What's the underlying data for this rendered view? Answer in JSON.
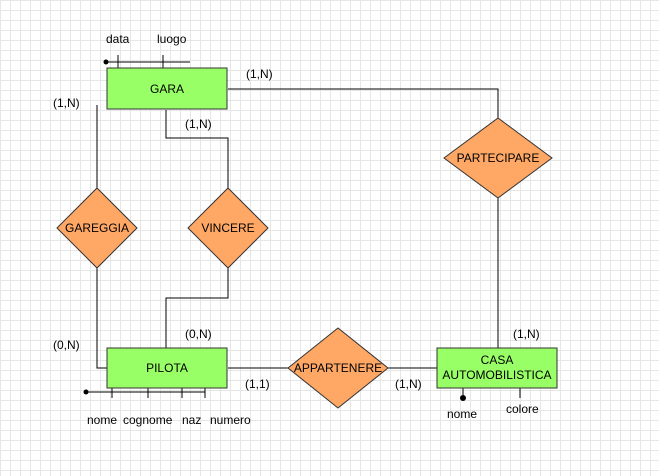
{
  "entities": {
    "gara": "GARA",
    "pilota": "PILOTA",
    "casa": [
      "CASA",
      "AUTOMOBILISTICA"
    ]
  },
  "relationships": {
    "gareggia": "GAREGGIA",
    "vincere": "VINCERE",
    "partecipare": "PARTECIPARE",
    "appartenere": "APPARTENERE"
  },
  "cardinalities": {
    "gara_gareggia": "(1,N)",
    "gara_vincere": "(1,N)",
    "gara_partecipare": "(1,N)",
    "pilota_gareggia": "(0,N)",
    "pilota_vincere": "(0,N)",
    "pilota_appartenere": "(1,1)",
    "casa_appartenere": "(1,N)",
    "casa_partecipare": "(1,N)"
  },
  "attributes": {
    "gara": [
      "data",
      "luogo"
    ],
    "pilota": [
      "nome",
      "cognome",
      "naz",
      "numero"
    ],
    "casa": [
      "nome",
      "colore"
    ]
  },
  "colors": {
    "entity_fill": "#99ff66",
    "relationship_fill": "#ffa866",
    "grid": "#e6e6e6"
  }
}
